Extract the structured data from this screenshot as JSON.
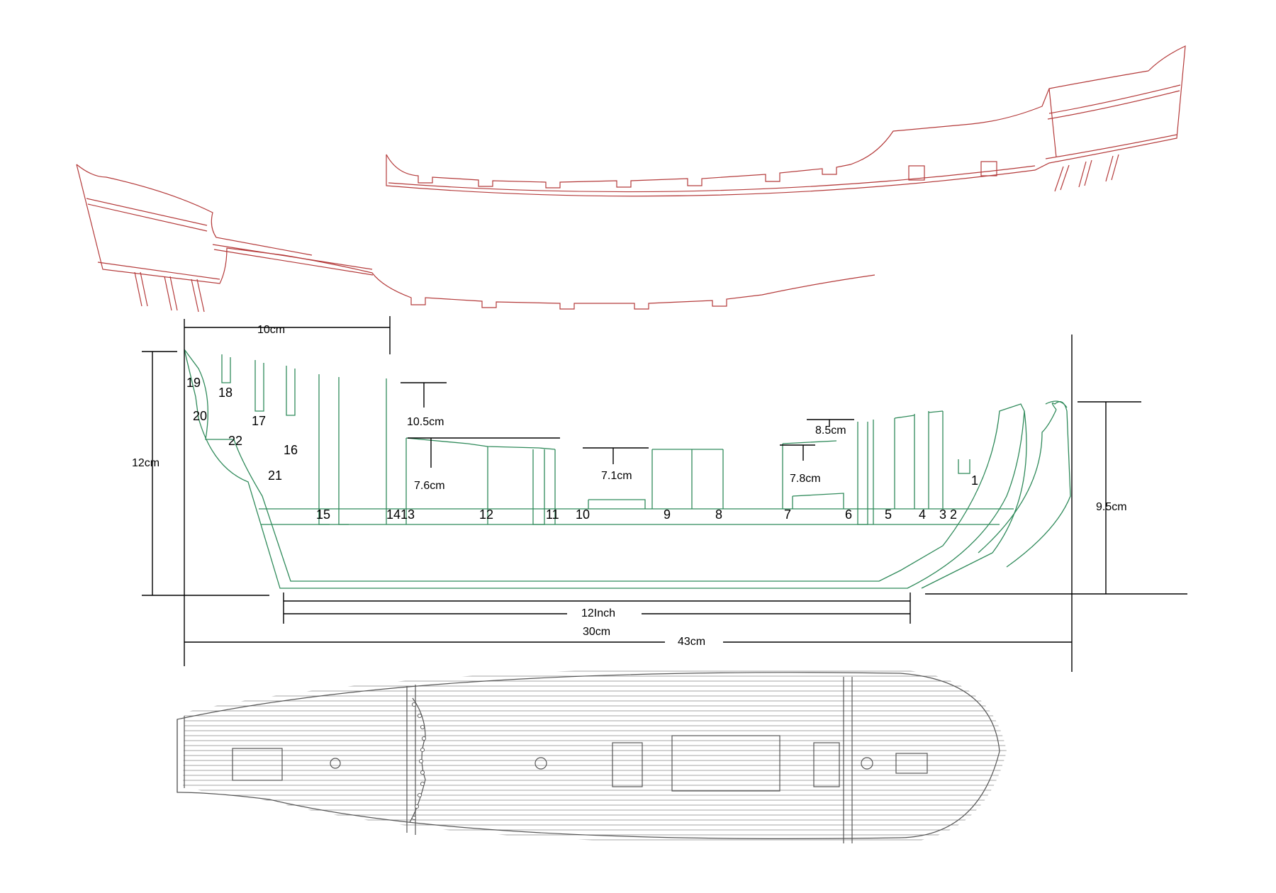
{
  "dimensions": {
    "d10cm": "10cm",
    "d12cm": "12cm",
    "d10_5cm": "10.5cm",
    "d8_5cm": "8.5cm",
    "d7_6cm": "7.6cm",
    "d7_1cm": "7.1cm",
    "d7_8cm": "7.8cm",
    "d9_5cm": "9.5cm",
    "d12inch": "12Inch",
    "d30cm": "30cm",
    "d43cm": "43cm"
  },
  "frames": {
    "f1": "1",
    "f2": "2",
    "f3": "3",
    "f4": "4",
    "f5": "5",
    "f6": "6",
    "f7": "7",
    "f8": "8",
    "f9": "9",
    "f10": "10",
    "f11": "11",
    "f12": "12",
    "f1413": "1413",
    "f15": "15",
    "f16": "16",
    "f17": "17",
    "f18": "18",
    "f19": "19",
    "f20": "20",
    "f21": "21",
    "f22": "22"
  },
  "colors": {
    "bulwark_lines": "#b43a3a",
    "keel_frames": "#2f8a5a",
    "dimension_lines": "#000000",
    "deck_lines": "#555555"
  }
}
